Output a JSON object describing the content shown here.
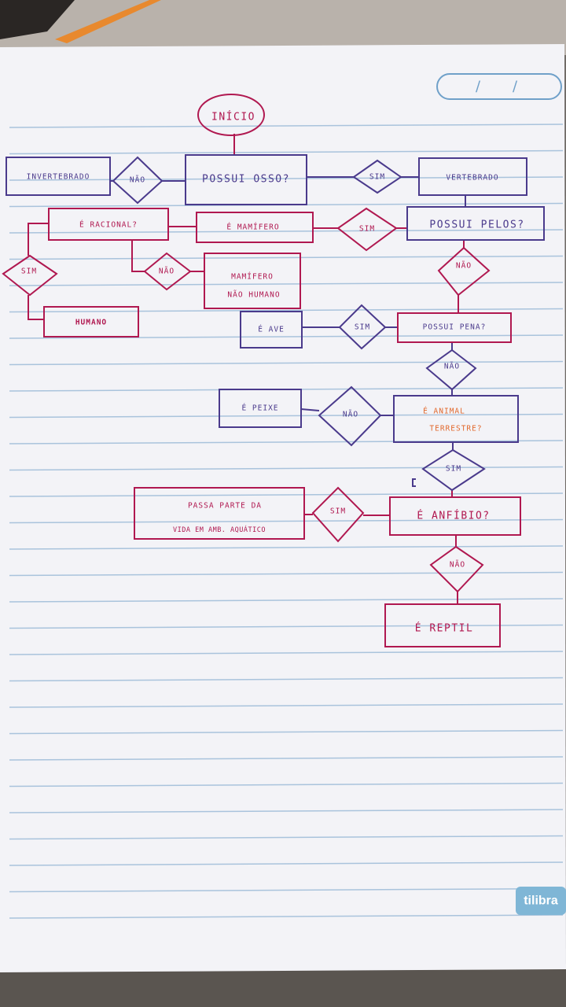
{
  "colors": {
    "ink_purple": "#4a3a8c",
    "ink_magenta": "#b01850",
    "ink_orange": "#e2682c",
    "paper": "#f3f3f7",
    "rule_line": "#a9c3dc",
    "brand": "#7fb6d6"
  },
  "header": {
    "date_field": {
      "slash_1": "/",
      "slash_2": "/"
    }
  },
  "flowchart": {
    "start": "INÍCIO",
    "q_bone": "POSSUI OSSO?",
    "invertebrate": "INVERTEBRADO",
    "no_bone": "NÃO",
    "yes_bone": "SIM",
    "vertebrate": "VERTEBRADO",
    "q_hair": "POSSUI PELOS?",
    "yes_hair": "SIM",
    "mammal": "É MAMÍFERO",
    "q_rational": "É RACIONAL?",
    "yes_rational": "SIM",
    "human": "HUMANO",
    "no_rational": "NÃO",
    "non_human_line1": "MAMÍFERO",
    "non_human_line2": "NÃO HUMANO",
    "no_hair": "NÃO",
    "q_feather": "POSSUI PENA?",
    "yes_feather": "SIM",
    "bird": "É AVE",
    "no_feather": "NÃO",
    "q_terrestrial_line1": "É ANIMAL",
    "q_terrestrial_line2": "TERRESTRE?",
    "no_terrestrial": "NÃO",
    "fish": "É PEIXE",
    "yes_terrestrial": "SIM",
    "q_amphibian": "É ANFÍBIO?",
    "yes_amphibian": "SIM",
    "aquatic_line1": "PASSA PARTE DA",
    "aquatic_line2": "VIDA EM AMB. AQUÁTICO",
    "no_amphibian": "NÃO",
    "reptile": "É REPTIL"
  },
  "notebook": {
    "brand": "tilibra"
  }
}
